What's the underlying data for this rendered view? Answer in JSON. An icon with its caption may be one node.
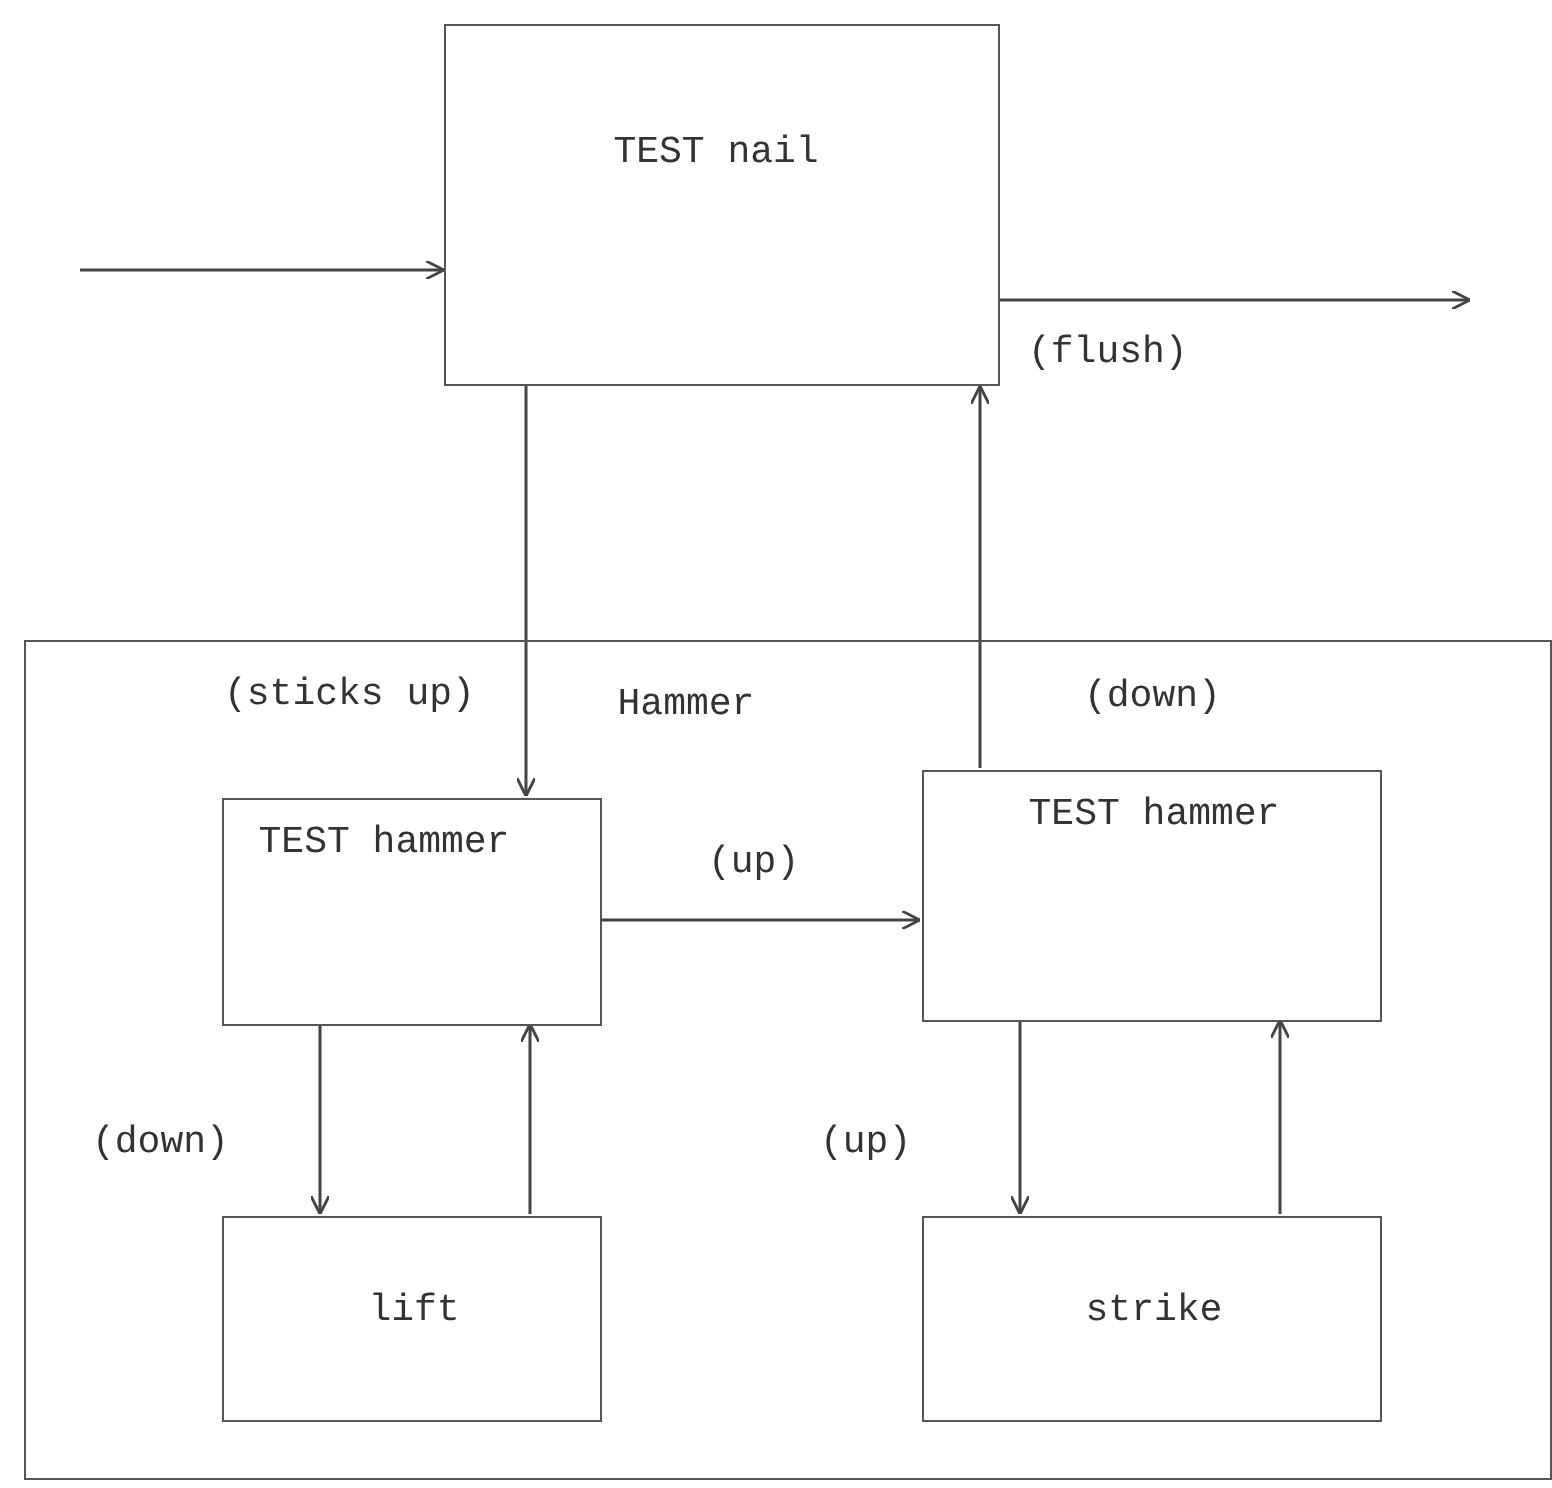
{
  "diagram": {
    "nodes": [
      {
        "text": [
          "TEST nail"
        ]
      },
      {
        "text": [
          "Hammer"
        ]
      },
      {
        "text": [
          "TEST hammer"
        ],
        "in": 1
      },
      {
        "text": [
          "TEST hammer"
        ],
        "in": 1
      },
      {
        "text": [
          "lift"
        ],
        "in": 1
      },
      {
        "text": [
          "strike"
        ],
        "in": 1
      }
    ],
    "edges": [
      {
        "from": null,
        "to": 0,
        "arrow": "to"
      },
      {
        "from": 0,
        "to": null,
        "arrow": "to",
        "label": "(flush)"
      },
      {
        "from": 0,
        "to": 2,
        "arrow": "to",
        "label": "(sticks up)"
      },
      {
        "from": 3,
        "to": 0,
        "arrow": "to",
        "label": "(down)"
      },
      {
        "from": 2,
        "to": 3,
        "arrow": "to",
        "label": "(up)"
      },
      {
        "from": 2,
        "to": 4,
        "arrow": "to",
        "label": "(down)"
      },
      {
        "from": 4,
        "to": 2,
        "arrow": "to"
      },
      {
        "from": 3,
        "to": 5,
        "arrow": "to",
        "label": "(up)"
      },
      {
        "from": 5,
        "to": 3,
        "arrow": "to"
      }
    ]
  }
}
